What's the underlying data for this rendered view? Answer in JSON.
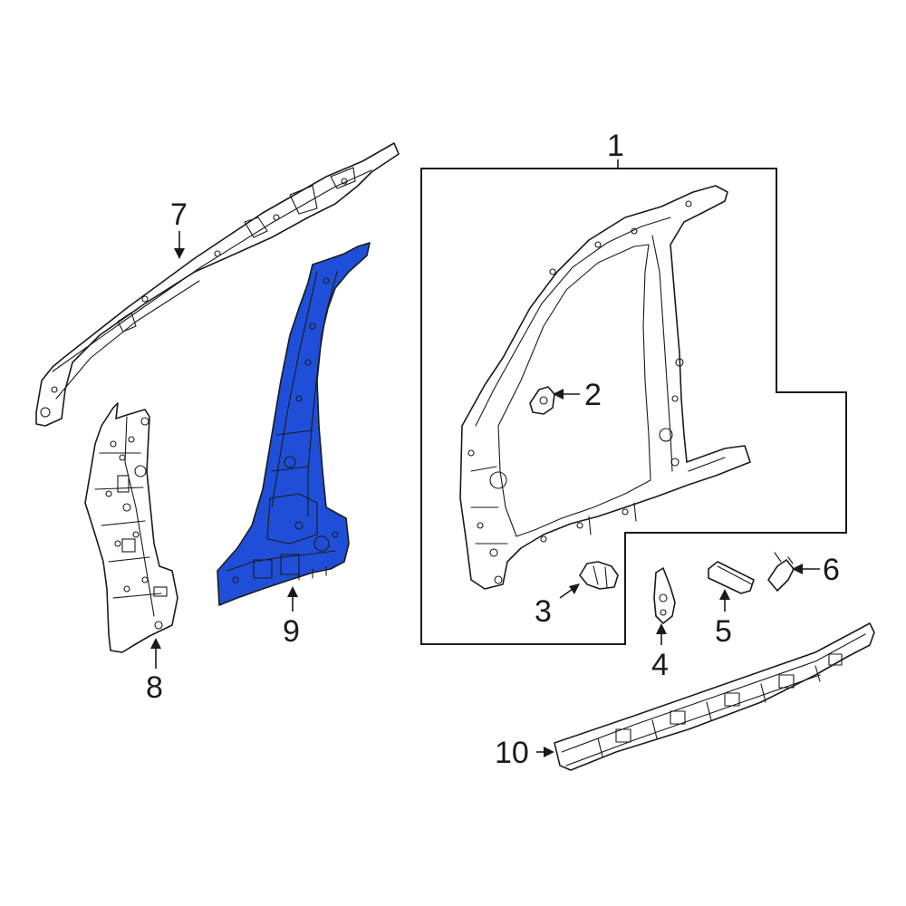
{
  "diagram": {
    "highlight_color": "#1f4fd8",
    "line_color": "#1a1a1a",
    "background_color": "#ffffff"
  },
  "callouts": [
    {
      "id": "1",
      "label": "1"
    },
    {
      "id": "2",
      "label": "2"
    },
    {
      "id": "3",
      "label": "3"
    },
    {
      "id": "4",
      "label": "4"
    },
    {
      "id": "5",
      "label": "5"
    },
    {
      "id": "6",
      "label": "6"
    },
    {
      "id": "7",
      "label": "7"
    },
    {
      "id": "8",
      "label": "8"
    },
    {
      "id": "9",
      "label": "9"
    },
    {
      "id": "10",
      "label": "10"
    }
  ]
}
